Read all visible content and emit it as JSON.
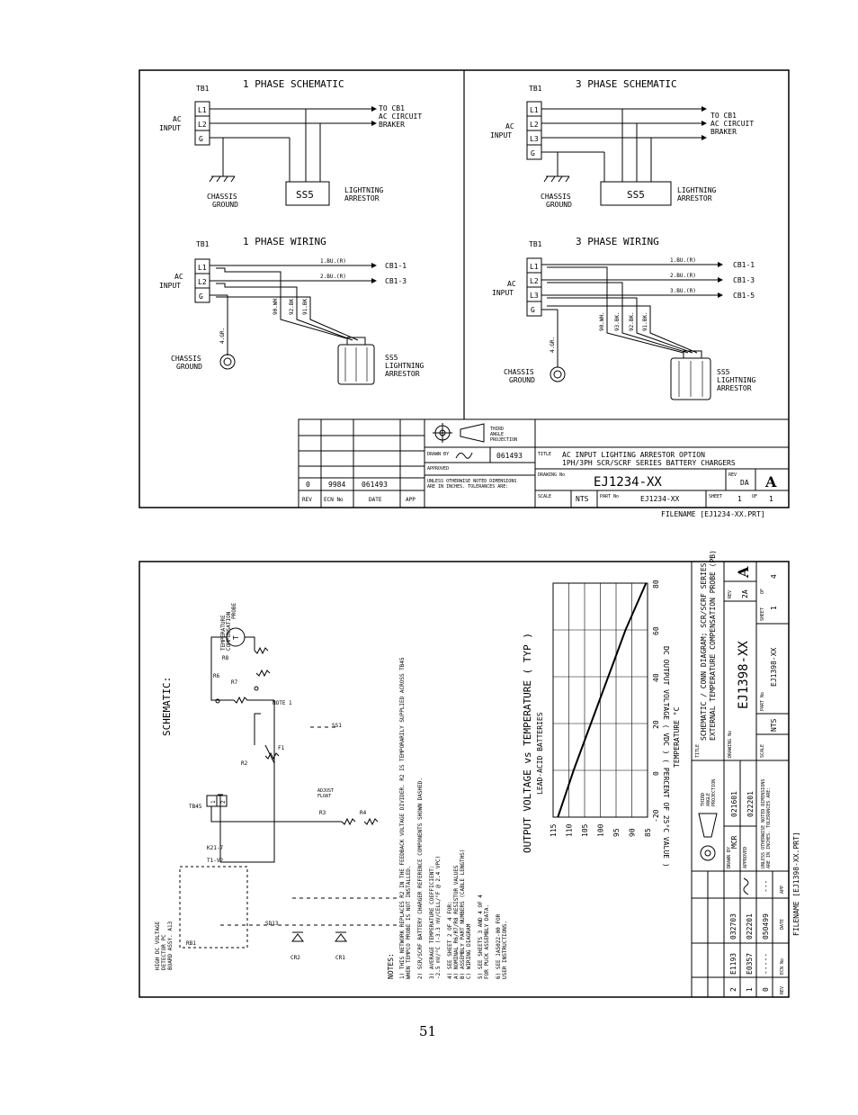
{
  "page_number": "51",
  "drawing1": {
    "p1_schematic": {
      "title": "1 PHASE SCHEMATIC",
      "tb": "TB1",
      "ac_input": [
        "AC",
        "INPUT"
      ],
      "terminals": [
        "L1",
        "L2",
        "G"
      ],
      "to_cb": [
        "TO CB1",
        "AC CIRCUIT",
        "BRAKER"
      ],
      "chassis": [
        "CHASSIS",
        "GROUND"
      ],
      "ss5": "SS5",
      "arrestor": [
        "LIGHTNING",
        "ARRESTOR"
      ]
    },
    "p3_schematic": {
      "title": "3 PHASE SCHEMATIC",
      "tb": "TB1",
      "ac_input": [
        "AC",
        "INPUT"
      ],
      "terminals": [
        "L1",
        "L2",
        "L3",
        "G"
      ],
      "to_cb": [
        "TO CB1",
        "AC CIRCUIT",
        "BRAKER"
      ],
      "chassis": [
        "CHASSIS",
        "GROUND"
      ],
      "ss5": "SS5",
      "arrestor": [
        "LIGHTNING",
        "ARRESTOR"
      ]
    },
    "p1_wiring": {
      "title": "1 PHASE WIRING",
      "tb": "TB1",
      "ac_input": [
        "AC",
        "INPUT"
      ],
      "terminals": [
        "L1",
        "L2",
        "G"
      ],
      "wires": [
        "1.BU.(R)",
        "2.BU.(R)"
      ],
      "cb": [
        "CB1-1",
        "CB1-3"
      ],
      "leads": [
        "90.WH.",
        "92.BK.",
        "91.BK."
      ],
      "ground_wire": "4.GR.",
      "chassis": [
        "CHASSIS",
        "GROUND"
      ],
      "ss5": [
        "SS5",
        "LIGHTNING",
        "ARRESTOR"
      ]
    },
    "p3_wiring": {
      "title": "3 PHASE WIRING",
      "tb": "TB1",
      "ac_input": [
        "AC",
        "INPUT"
      ],
      "terminals": [
        "L1",
        "L2",
        "L3",
        "G"
      ],
      "wires": [
        "1.BU.(R)",
        "2.BU.(R)",
        "3.BU.(R)"
      ],
      "cb": [
        "CB1-1",
        "CB1-3",
        "CB1-5"
      ],
      "leads": [
        "90.WH.",
        "93.BK.",
        "92.BK.",
        "91.BK."
      ],
      "ground_wire": "4.GR.",
      "chassis": [
        "CHASSIS",
        "GROUND"
      ],
      "ss5": [
        "SS5",
        "LIGHTNING",
        "ARRESTOR"
      ]
    },
    "title_block": {
      "rev_row": [
        "0",
        "9984",
        "061493",
        ""
      ],
      "rev_headers": [
        "REV",
        "ECN No",
        "DATE",
        "APP"
      ],
      "projection": [
        "THIRD",
        "ANGLE",
        "PROJECTION"
      ],
      "drawn_by": "DRAWN BY",
      "drawn_date": "061493",
      "approved": "APPROVED",
      "tolerance": [
        "UNLESS OTHERWISE NOTED DIMENSIONS",
        "ARE IN INCHES. TOLERANCES ARE:"
      ],
      "title_label": "TITLE",
      "title": [
        "AC INPUT LIGHTING ARRESTOR OPTION",
        "1PH/3PH SCR/SCRF SERIES BATTERY CHARGERS"
      ],
      "drawing_no_label": "DRAWING No",
      "drawing_no": "EJ1234-XX",
      "rev_label": "REV",
      "rev_da": "DA",
      "rev_letter": "A",
      "scale_label": "SCALE",
      "scale": "NTS",
      "part_no_label": "PART No",
      "part_no": "EJ1234-XX",
      "sheet_label": "SHEET",
      "sheet": "1",
      "of_label": "OF",
      "of": "1"
    },
    "filename": "FILENAME [EJ1234-XX.PRT]"
  },
  "drawing2": {
    "schematic_title": "SCHEMATIC:",
    "probe_label": [
      "TEMPERATURE",
      "COMPENSATION",
      "PROBE"
    ],
    "probe_t": "T",
    "components": {
      "r8": "R8",
      "r6": "R6",
      "r7": "R7",
      "r2": "R2",
      "r3": "R3",
      "r4": "R4",
      "f1": "F1",
      "ss1": "SS1",
      "tb45": "TB45",
      "cr1": "CR1",
      "cr2": "CR2",
      "rb1": "RB1",
      "sd13": "SD13"
    },
    "tb45_pins": [
      "1",
      "2"
    ],
    "note1": "NOTE 1",
    "float_adjust": [
      "FLOAT",
      "ADJUST"
    ],
    "board_label": [
      "HIGH DC VOLTAGE",
      "DETECTOR PC",
      "BOARD ASSY. A13"
    ],
    "pin_labels": [
      "T1-V2",
      "K21-7"
    ],
    "notes_title": "NOTES:",
    "notes": [
      "1) THIS NETWORK REPLACES R2 IN THE FEEDBACK VOLTAGE DIVIDER. R2 IS TEMPORARILY SUPPLIED ACROSS TB45",
      "   WHEN TEMPCO PROBE IS NOT INSTALLED.",
      "2) SCR/SCRF BATTERY CHARGER REFERENCE COMPONENTS SHOWN DASHED.",
      "3) AVERAGE TEMPERATURE COEFFICIENT:",
      "   -2.5 mV/°C (-3.3 mV/CELL/°F @ 2.4 VPC)",
      "4) SEE SHEET 2 OF 4 FOR:",
      "   A) NOMINAL R6/R7/R8 RESISTOR VALUES",
      "   B) ASSEMBLY PART NUMBERS (CABLE LENGTHS)",
      "   C) WIRING DIAGRAM",
      "5) SEE SHEETS 3 AND 4 OF 4",
      "   FOR PUCK ASSEMBLY DATA.",
      "6) SEE JA5022-00 FOR",
      "   USER INSTRUCTIONS."
    ],
    "title_block": {
      "rev_rows": [
        [
          "2",
          "E1193",
          "032703",
          ""
        ],
        [
          "1",
          "E0357",
          "022201",
          ""
        ],
        [
          "0",
          "-----",
          "050499",
          "---"
        ]
      ],
      "rev_headers": [
        "REV",
        "ECN No",
        "DATE",
        "APP"
      ],
      "projection": [
        "THIRD",
        "ANGLE",
        "PROJECTION"
      ],
      "drawn_by": "DRAWN BY",
      "drawn": "MCR",
      "drawn_date": "021601",
      "approved": "APPROVED",
      "approved_date": "022201",
      "tolerance": [
        "UNLESS OTHERWISE NOTED DIMENSIONS",
        "ARE IN INCHES. TOLERANCES ARE:"
      ],
      "title_label": "TITLE",
      "title": [
        "SCHEMATIC / CONN DIAGRAM; SCR/SCRF SERIES",
        "EXTERNAL TEMPERATURE COMPENSATION PROBE (PB)"
      ],
      "drawing_no_label": "DRAWING No",
      "drawing_no": "EJ1398-XX",
      "rev_label": "REV",
      "rev_code": "2A",
      "rev_letter": "A",
      "scale_label": "SCALE",
      "scale": "NTS",
      "part_no_label": "PART No",
      "part_no": "EJ1398-XX",
      "sheet_label": "SHEET",
      "sheet": "1",
      "of_label": "OF",
      "of": "4"
    },
    "filename": "FILENAME [EJ1398-XX.PRT]"
  },
  "chart_data": {
    "type": "line",
    "title": "OUTPUT VOLTAGE vs TEMPERATURE ( TYP )",
    "subtitle": "LEAD-ACID BATTERIES",
    "xlabel": "TEMPERATURE °C",
    "ylabel": "DC OUTPUT VOLTAGE ( VDC ) ( PERCENT OF 25°C VALUE )",
    "xlim": [
      -20,
      80
    ],
    "ylim": [
      85,
      115
    ],
    "xticks": [
      "-20",
      "0",
      "20",
      "40",
      "60",
      "80"
    ],
    "yticks": [
      "115",
      "110",
      "105",
      "100",
      "95",
      "90",
      "85"
    ],
    "grid": true,
    "series": [
      {
        "x": [
          -20,
          0,
          20,
          40,
          60,
          80
        ],
        "y": [
          113.5,
          108.5,
          103.0,
          97.5,
          92.0,
          85.5
        ]
      }
    ]
  }
}
